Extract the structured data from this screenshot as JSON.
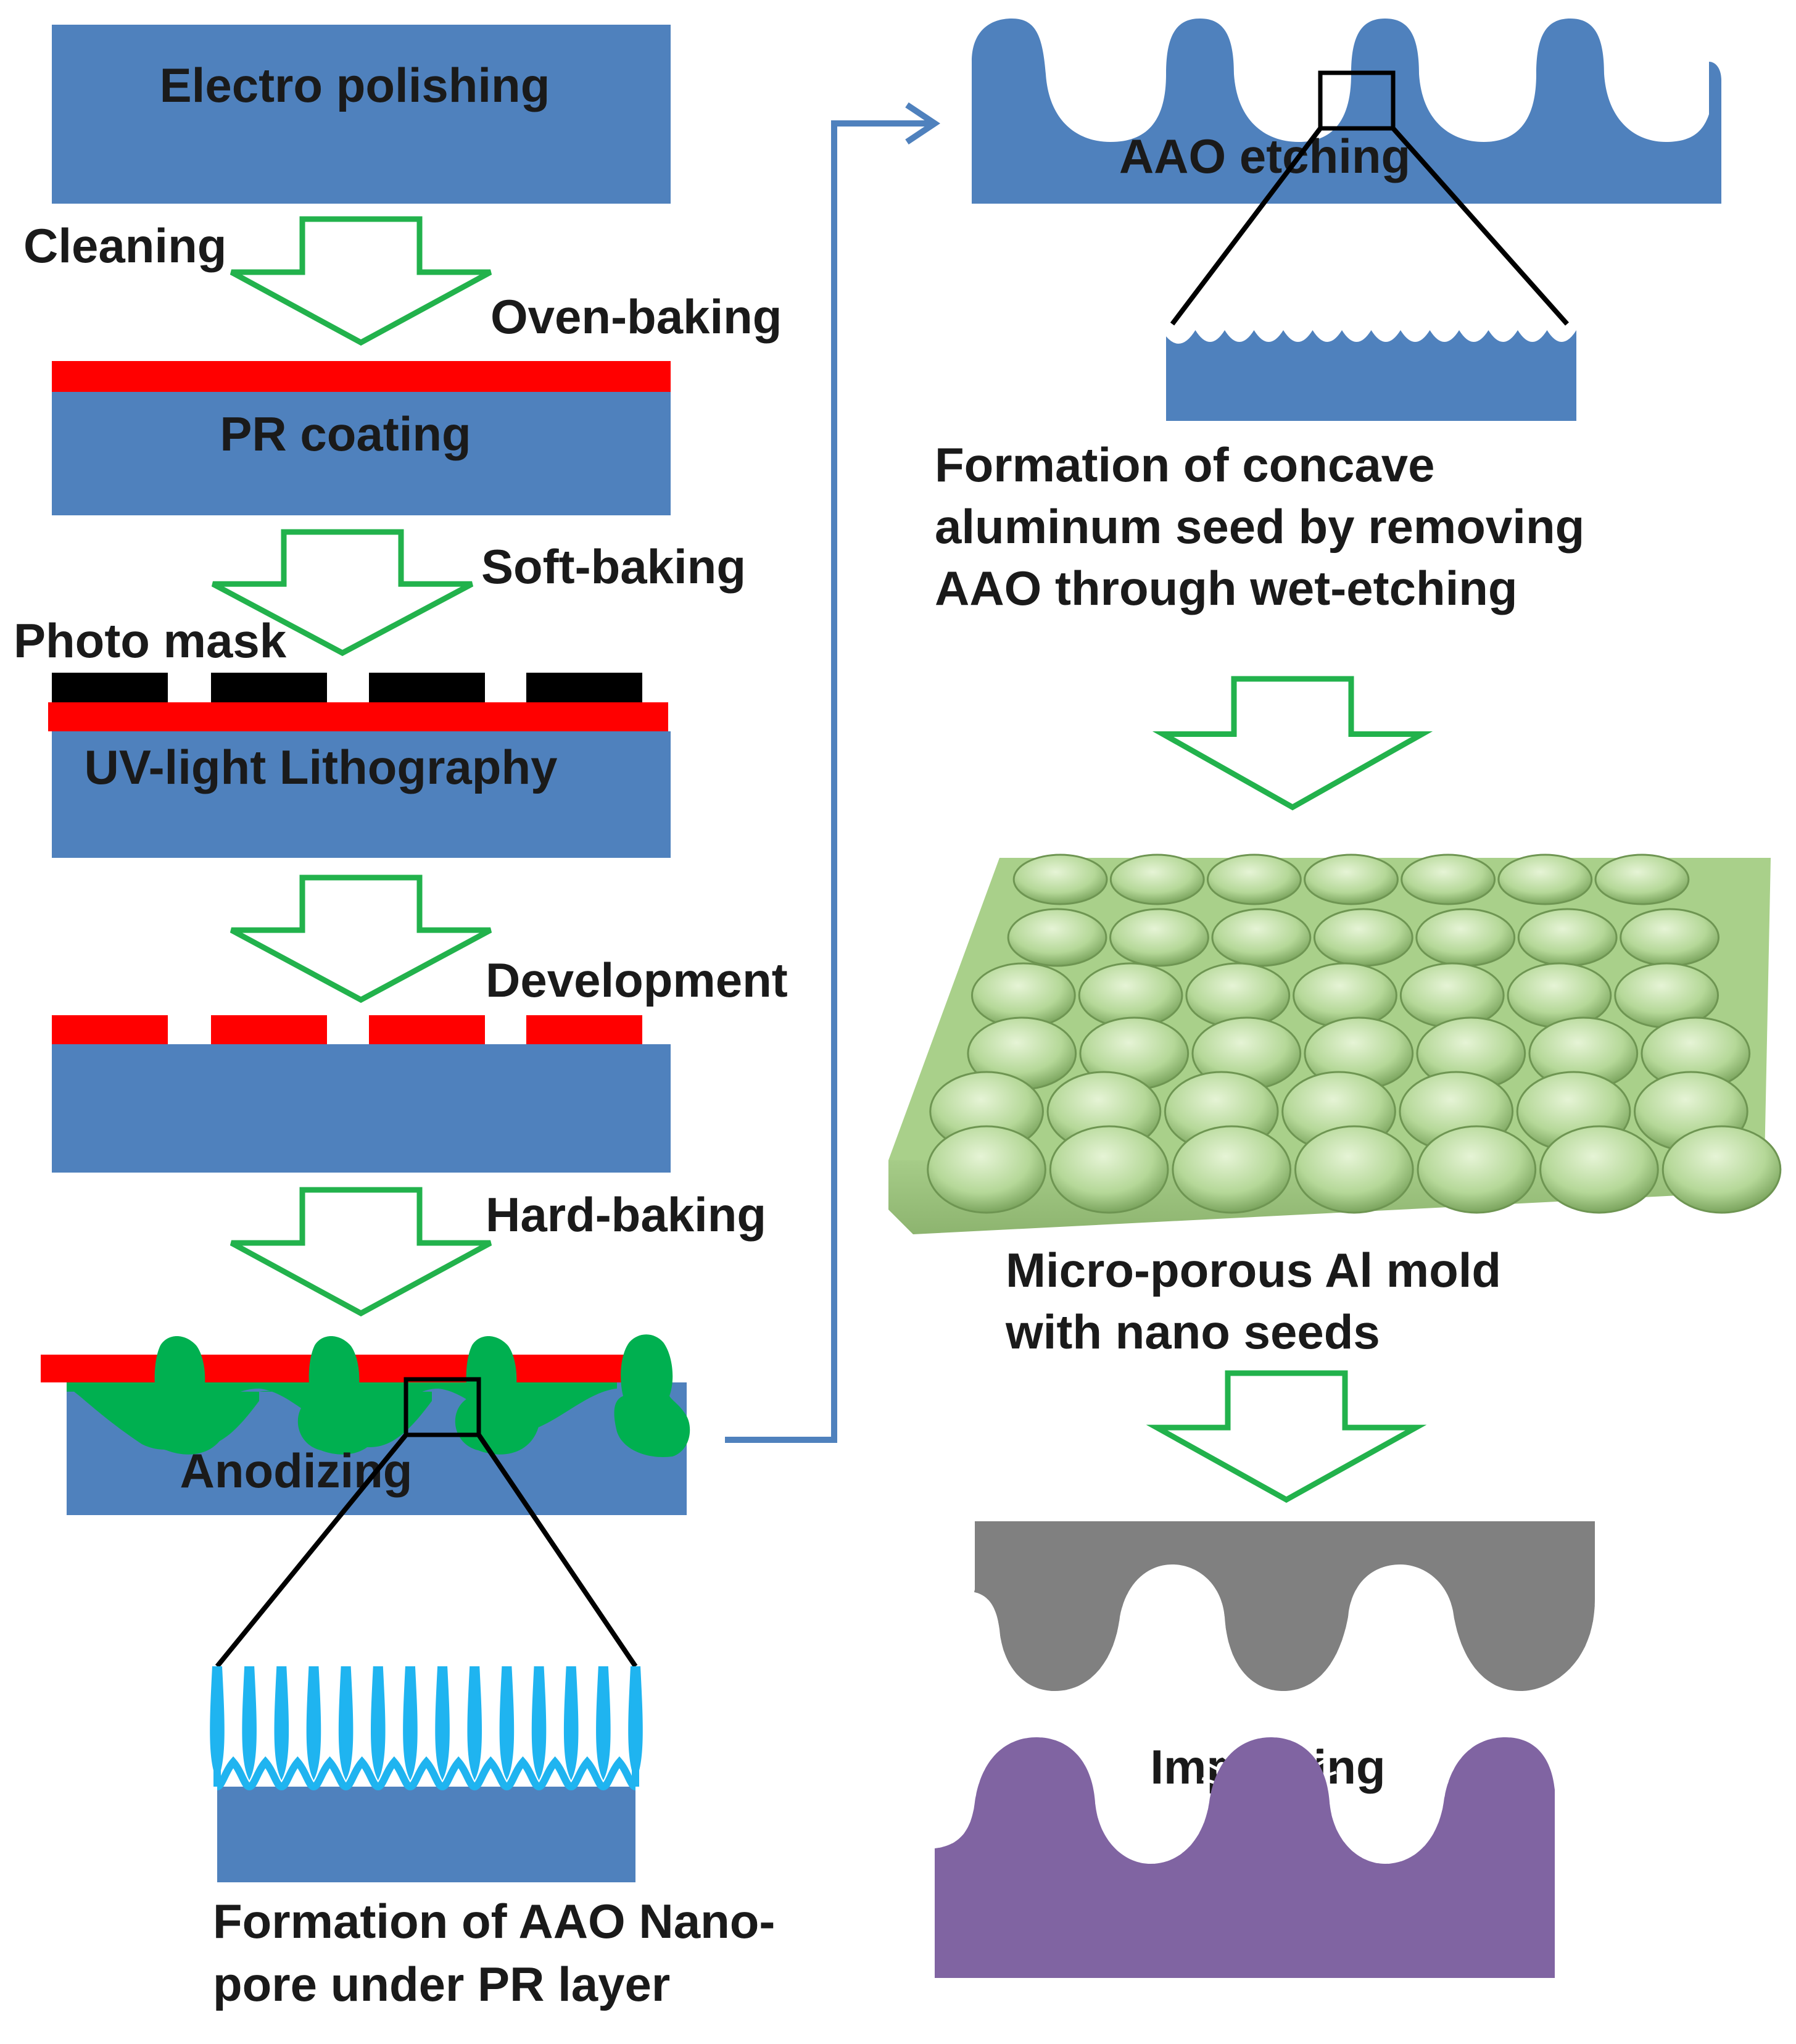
{
  "colors": {
    "substrate": "#4f81bd",
    "photoresist": "#ff0000",
    "mask": "#000000",
    "arrow_outline": "#22b24c",
    "anodized_oxide": "#00b050",
    "nanopore": "#1fb4f0",
    "connector_arrow": "#4f81bd",
    "mold_surface": "#b5d898",
    "imprint_mold": "#808080",
    "imprinted_film": "#8064a2",
    "zoom_lines": "#000000"
  },
  "steps": {
    "electro_polishing": "Electro polishing",
    "cleaning": "Cleaning",
    "oven_baking": "Oven-baking",
    "pr_coating": "PR coating",
    "soft_baking": "Soft-baking",
    "photo_mask": "Photo mask",
    "uv_lithography": "UV-light Lithography",
    "development": "Development",
    "hard_baking": "Hard-baking",
    "anodizing": "Anodizing",
    "aao_etching": "AAO etching",
    "imprinting": "Imprinting"
  },
  "captions": {
    "nanopore_line1": "Formation of AAO Nano-",
    "nanopore_line2": "pore under PR layer",
    "concave_line1": "Formation of concave",
    "concave_line2": "aluminum seed by removing",
    "concave_line3": "AAO through wet-etching",
    "mold_line1": "Micro-porous Al mold",
    "mold_line2": "with nano seeds"
  },
  "icons": {
    "process_arrow": "down-arrow-outline-icon",
    "connector": "right-elbow-arrow-icon"
  }
}
